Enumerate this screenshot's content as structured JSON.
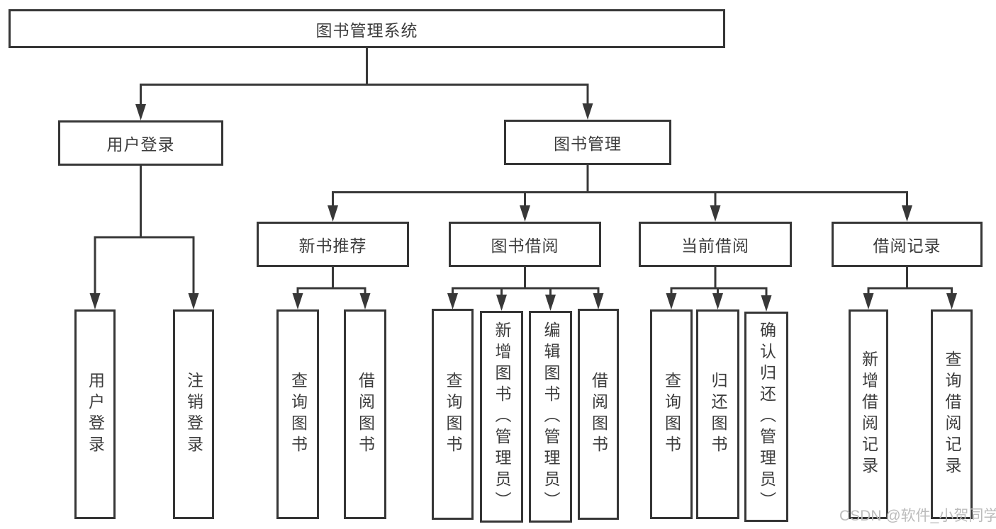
{
  "diagram_type": "functional-structure-tree",
  "tree": {
    "label": "图书管理系统",
    "children": [
      {
        "label": "用户登录",
        "children": [
          {
            "label": "用户登录"
          },
          {
            "label": "注销登录"
          }
        ]
      },
      {
        "label": "图书管理",
        "children": [
          {
            "label": "新书推荐",
            "children": [
              {
                "label": "查询图书"
              },
              {
                "label": "借阅图书"
              }
            ]
          },
          {
            "label": "图书借阅",
            "children": [
              {
                "label": "查询图书"
              },
              {
                "label": "新增图书（管理员）"
              },
              {
                "label": "编辑图书（管理员）"
              },
              {
                "label": "借阅图书"
              }
            ]
          },
          {
            "label": "当前借阅",
            "children": [
              {
                "label": "查询图书"
              },
              {
                "label": "归还图书"
              },
              {
                "label": "确认归还（管理员）"
              }
            ]
          },
          {
            "label": "借阅记录",
            "children": [
              {
                "label": "新增借阅记录"
              },
              {
                "label": "查询借阅记录"
              }
            ]
          }
        ]
      }
    ]
  },
  "watermark": {
    "text": "CSDN @软件_小贺同学"
  },
  "colors": {
    "line": "#383838",
    "border": "#363636",
    "text": "#3c3c3c",
    "watermark": "#bcbcbc",
    "background": "#ffffff"
  }
}
